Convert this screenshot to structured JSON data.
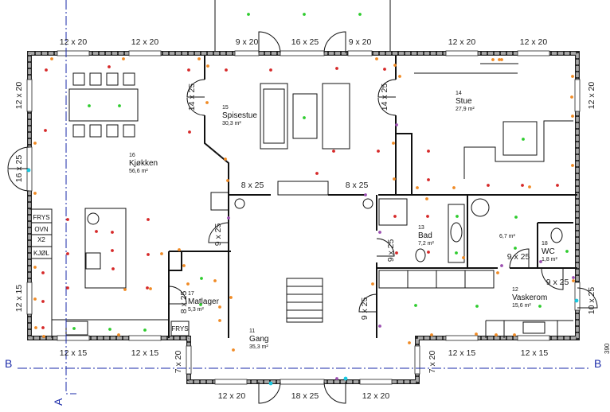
{
  "rooms": [
    {
      "id": "15",
      "name": "Spisestue",
      "area": "30,3 m²"
    },
    {
      "id": "16",
      "name": "Kjøkken",
      "area": "56,6 m²"
    },
    {
      "id": "14",
      "name": "Stue",
      "area": "27,9 m²"
    },
    {
      "id": "13",
      "name": "Bad",
      "area": "7,2 m²"
    },
    {
      "id": "",
      "name": "",
      "area": "6,7 m²"
    },
    {
      "id": "18",
      "name": "WC",
      "area": "1,8 m²"
    },
    {
      "id": "12",
      "name": "Vaskerom",
      "area": "15,6 m²"
    },
    {
      "id": "17",
      "name": "Matlager",
      "area": "5,3 m²"
    },
    {
      "id": "11",
      "name": "Gang",
      "area": "35,3 m²"
    }
  ],
  "window_dims": {
    "top": [
      "12 x 20",
      "12 x 20",
      "9 x 20",
      "16 x 25",
      "9 x 20",
      "12 x 20",
      "12 x 20"
    ],
    "left": [
      "12 x 20",
      "16 x 25",
      "12 x 15"
    ],
    "right": [
      "12 x 20",
      "10 x 25"
    ],
    "bottom": [
      "12 x 15",
      "12 x 15",
      "7 x 20",
      "12 x 20",
      "18 x 25",
      "12 x 20",
      "7 x 20",
      "12 x 15",
      "12 x 15"
    ]
  },
  "door_dims": [
    "14 x 25",
    "14 x 25",
    "8 x 25",
    "8 x 25",
    "9 x 25",
    "9 x 25",
    "9 x 25",
    "9 x 25",
    "8 x 25",
    "9 x 25"
  ],
  "appliances": [
    "FRYS",
    "OVN",
    "X2",
    "KJØL",
    "FRYS"
  ],
  "section_axes": {
    "horizontal": "B",
    "vertical": "A"
  },
  "height_note": "390",
  "point_colors": {
    "red": "#d62828",
    "orange": "#f08a24",
    "green": "#2ecc2e",
    "purple": "#9b4fb0",
    "cyan": "#19c8e0"
  }
}
